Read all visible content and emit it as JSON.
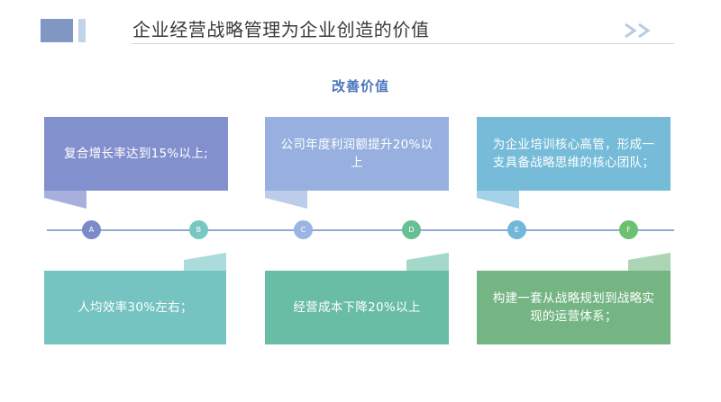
{
  "header": {
    "title": "企业经营战略管理为企业创造的价值",
    "arrows_icon": "double-chevron-right-icon",
    "block_color": "#8097c4",
    "bar_color": "#c2d2e8",
    "arrow_color": "#b9cbe6",
    "rule_color": "#d7d7d7"
  },
  "subtitle": {
    "text": "改善价值",
    "color": "#4a76be"
  },
  "timeline": {
    "line_color": "#8fa8d8",
    "nodes": [
      {
        "label": "A",
        "color": "#7b8ac9"
      },
      {
        "label": "B",
        "color": "#77c7c3"
      },
      {
        "label": "C",
        "color": "#9ab5e2"
      },
      {
        "label": "D",
        "color": "#68bf95"
      },
      {
        "label": "E",
        "color": "#72b7d8"
      },
      {
        "label": "F",
        "color": "#6dbf72"
      }
    ]
  },
  "cards_top": [
    {
      "text": "复合增长率达到15%以上;",
      "color": "#8290ce",
      "tail_color": "#a7b0dd",
      "node": "A"
    },
    {
      "text": "公司年度利润额提升20%以上",
      "color": "#97b0df",
      "tail_color": "#bccdec",
      "node": "C"
    },
    {
      "text": "为企业培训核心高管，形成一支具备战略思维的核心团队；",
      "color": "#76bcd8",
      "tail_color": "#a4d2e6",
      "node": "E"
    }
  ],
  "cards_bottom": [
    {
      "text": "人均效率30%左右；",
      "color": "#75c4c2",
      "tail_color": "#a9dcdb",
      "node": "B"
    },
    {
      "text": "经营成本下降20%以上",
      "color": "#69bda5",
      "tail_color": "#a4d9c9",
      "node": "D"
    },
    {
      "text": "构建一套从战略规划到战略实现的运营体系；",
      "color": "#74b583",
      "tail_color": "#abd5b4",
      "node": "F"
    }
  ]
}
